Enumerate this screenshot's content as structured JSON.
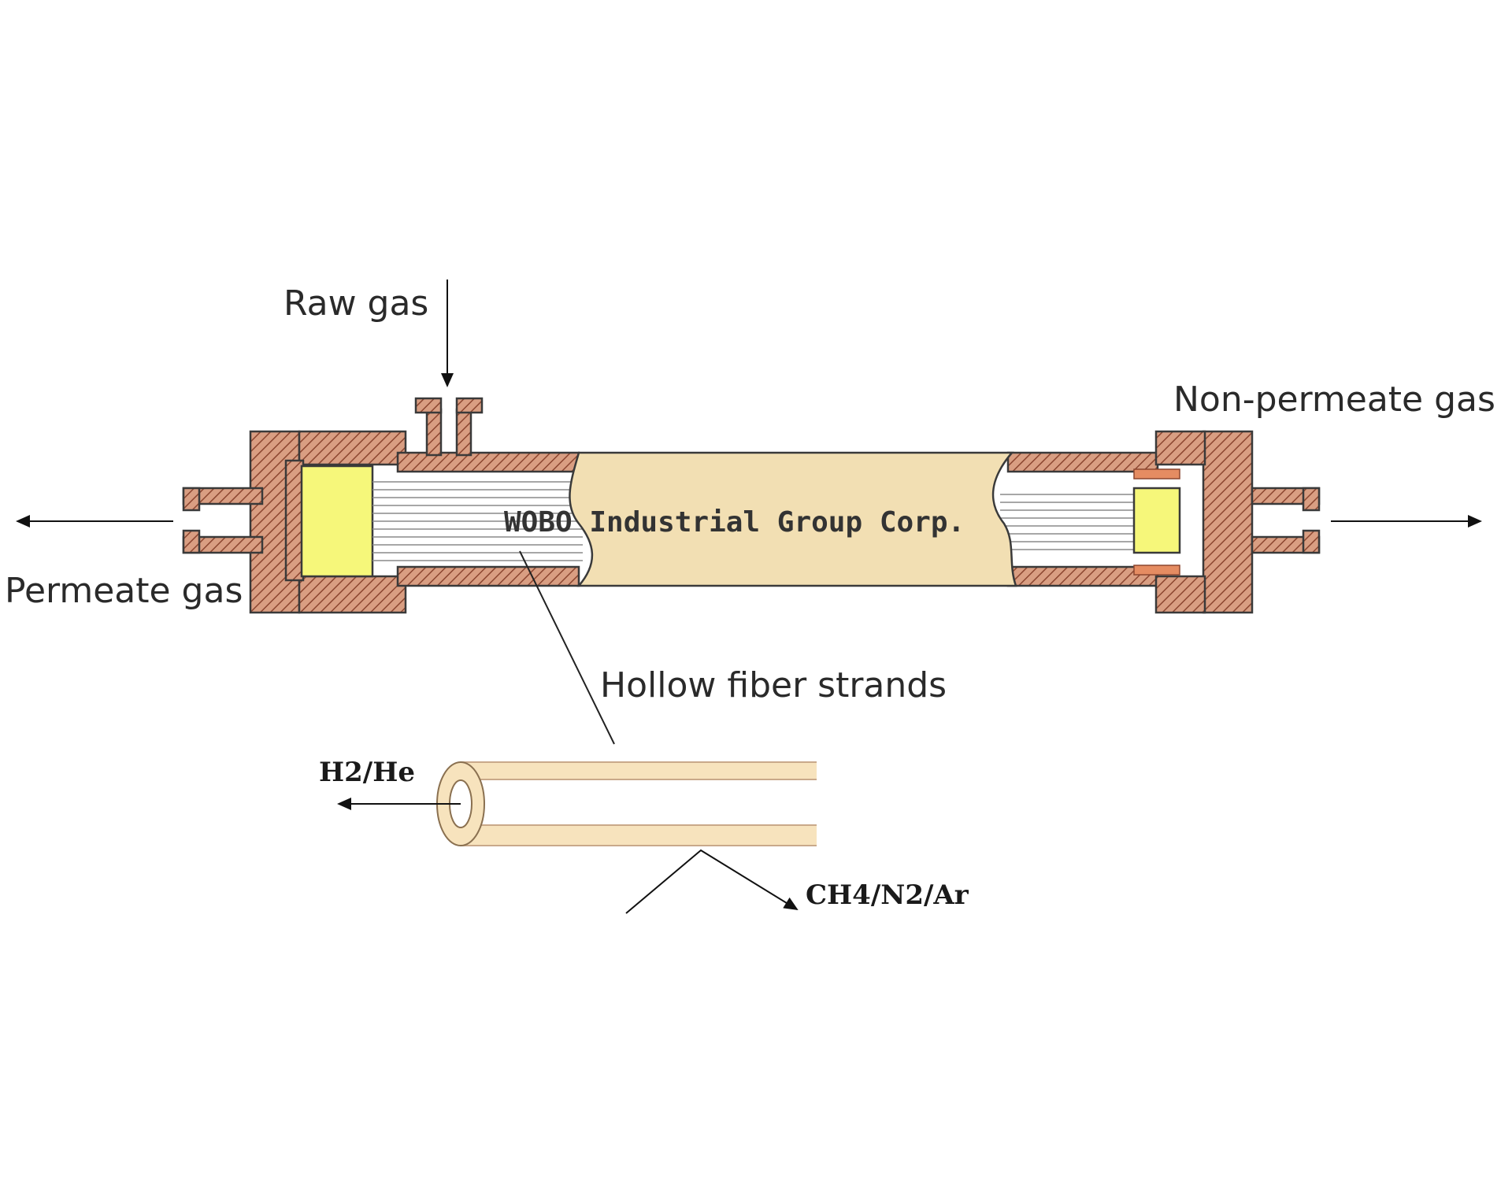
{
  "labels": {
    "raw_gas": "Raw gas",
    "non_permeate_gas": "Non-permeate gas",
    "permeate_gas": "Permeate gas",
    "hollow_fiber_strands": "Hollow fiber strands",
    "h2_he": "H2/He",
    "ch4_n2_ar": "CH4/N2/Ar"
  },
  "watermark": "WOBO Industrial Group Corp.",
  "colors": {
    "shell_hatch_bg": "#d99e82",
    "hatch_stroke": "#8c4630",
    "outline": "#3a3a3a",
    "tube_sheet_yellow": "#f6f77a",
    "fiber_bundle_core": "#f2dfb3",
    "fiber_tube": "#f7e3bd",
    "fiber_line": "#8a8a8a",
    "arrow": "#111111"
  }
}
